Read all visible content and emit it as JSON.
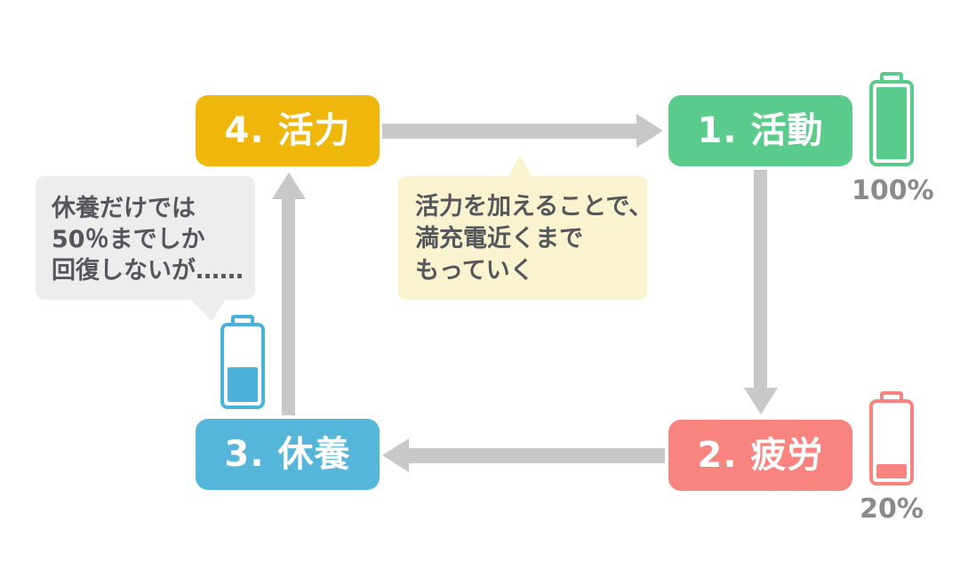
{
  "nodes": [
    {
      "id": "activity",
      "label": "1. 活動",
      "color": "#5BCB8C"
    },
    {
      "id": "fatigue",
      "label": "2. 疲労",
      "color": "#F9837F"
    },
    {
      "id": "rest",
      "label": "3. 休養",
      "color": "#55B6D9"
    },
    {
      "id": "vitality",
      "label": "4. 活力",
      "color": "#EFB70C"
    }
  ],
  "arrows": [
    {
      "from": "vitality",
      "to": "activity",
      "direction": "right"
    },
    {
      "from": "activity",
      "to": "fatigue",
      "direction": "down"
    },
    {
      "from": "fatigue",
      "to": "rest",
      "direction": "left"
    },
    {
      "from": "rest",
      "to": "vitality",
      "direction": "up"
    }
  ],
  "batteries": {
    "activity": {
      "fill_percent": 100,
      "label": "100%",
      "color": "#5BCB8C"
    },
    "fatigue": {
      "fill_percent": 20,
      "label": "20%",
      "color": "#F9837F"
    },
    "rest": {
      "fill_percent": 48,
      "color": "#49B1DA"
    }
  },
  "callouts": {
    "rest_note": {
      "lines": [
        "休養だけでは",
        "50％までしか",
        "回復しないが……"
      ],
      "bg": "#EDEDEE"
    },
    "vitality_note": {
      "lines": [
        "活力を加えることで、",
        "満充電近くまで",
        "もっていく"
      ],
      "bg": "#FAF3D0"
    }
  },
  "colors": {
    "arrow": "#C8C8C8",
    "callout_text": "#55575C",
    "percent_text": "#8A8A8A",
    "background": "#FFFFFF"
  }
}
